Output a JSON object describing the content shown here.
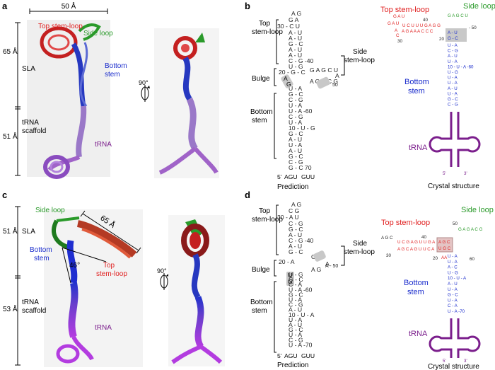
{
  "panels": {
    "a": {
      "letter": "a",
      "scale_bar": "50 Å",
      "top_stem_loop": "Top stem-loop",
      "side_loop": "Side loop",
      "bottom_stem": [
        "Bottom",
        "stem"
      ],
      "dim_upper": "65 Å",
      "sla": "SLA",
      "trna_scaffold": [
        "tRNA",
        "scaffold"
      ],
      "dim_lower": "51 Å",
      "trna": "tRNA",
      "rotation": "90°"
    },
    "b": {
      "letter": "b",
      "pred_labels": {
        "top_stem_loop": [
          "Top",
          "stem-loop"
        ],
        "side_stem_loop": [
          "Side",
          "stem-loop"
        ],
        "bulge": "Bulge",
        "bottom_stem": [
          "Bottom",
          "stem"
        ]
      },
      "pred_seq": {
        "loop_top": "A G",
        "loop_2": "G A",
        "loop_3": "30 - C   U",
        "rows": [
          "A - U",
          "A - U",
          "G - C",
          "A - U",
          "A - U",
          "C - G -40"
        ],
        "bulge_row_1": "U - G",
        "bulge_row_2": "20 - G - C",
        "bulge_nt_a": "A",
        "bulge_nt_g": "G",
        "side_1": "G A G C U",
        "side_2": "A",
        "side_3": "A C U C G",
        "side_num": "50",
        "junction": "U - A",
        "bottom_rows": [
          "G - C",
          "C - G",
          "U - A",
          "U - A -60",
          "C - G",
          "U - A",
          "10 - U - G",
          "G - C",
          "A - U",
          "U - A",
          "A - U",
          "G - C",
          "C - G",
          "G - C 70"
        ],
        "five_prime": "5'",
        "tail_left": "AGU",
        "tail_right": "GUU",
        "caption": "Prediction"
      },
      "crystal_labels": {
        "top_stem_loop": "Top stem-loop",
        "side_loop": "Side loop",
        "bottom_stem": [
          "Bottom",
          "stem"
        ],
        "trna": "tRNA",
        "five_prime": "5'",
        "three_prime": "3'",
        "caption": "Crystal structure"
      },
      "crystal_seq": {
        "top_upper": "U C U U U G A G G",
        "top_lower": "A G A A A C C C",
        "loop_left_1": "G A U",
        "loop_left_2": "A",
        "loop_left_3": "C",
        "num_30": "30",
        "num_40": "40",
        "side_nt": "G A G C U",
        "num_50": "- 50",
        "junction_a": "A - U",
        "junction_g": "G - C",
        "num_20": "20",
        "bottom_rows": [
          "U - A",
          "C - G",
          "A - U",
          "U - A",
          "10 - U - A -60",
          "U - G",
          "U - A",
          "U - A",
          "A - U",
          "U - A",
          "G - C",
          "C - G"
        ]
      }
    },
    "c": {
      "letter": "c",
      "side_loop": "Side  loop",
      "dim_diag": "65 Å",
      "dim_upper": "51 Å",
      "sla": "SLA",
      "bottom_stem": [
        "Bottom",
        "stem"
      ],
      "angle": "46°",
      "top_stem_loop": [
        "Top",
        "stem-loop"
      ],
      "rotation": "90°",
      "dim_lower": "53 Å",
      "trna_scaffold": [
        "tRNA",
        "scaffold"
      ],
      "trna": "tRNA"
    },
    "d": {
      "letter": "d",
      "pred_labels": {
        "top_stem_loop": [
          "Top",
          "stem-loop"
        ],
        "side_stem_loop": [
          "Side",
          "stem-loop"
        ],
        "bulge": "Bulge",
        "bottom_stem": [
          "Bottom",
          "stem"
        ]
      },
      "pred_seq": {
        "loop_top": "A G",
        "loop_2": "C  G",
        "loop_3": "30 - A  U",
        "rows": [
          "C - G",
          "G - C",
          "A - U",
          "C - G -40",
          "A - U",
          "G - C"
        ],
        "bulge_row": "20 - A",
        "side_1": "G C",
        "side_2": "A",
        "side_3": "A G",
        "side_num": "A - 50",
        "bulge_nt_u": "U",
        "bulge_nt_g": "G",
        "bottom_rows": [
          "U - G",
          "G - C",
          "C - A",
          "U - A -60",
          "G - C",
          "U - A",
          "C - G",
          "A - U",
          "10 - U - A",
          "U - A",
          "A - U",
          "G - C",
          "U - A",
          "C - G",
          "U - A -70"
        ],
        "five_prime": "5'",
        "tail_left": "AGU",
        "tail_right": "GUU",
        "caption": "Prediction"
      },
      "crystal_labels": {
        "top_stem_loop": "Top stem-loop",
        "side_loop": "Side loop",
        "bottom_stem": [
          "Bottom",
          "stem"
        ],
        "trna": "tRNA",
        "five_prime": "5'",
        "three_prime": "3'",
        "caption": "Crystal structure"
      },
      "crystal_seq": {
        "top_upper": "U C G A G U U G A",
        "top_lower": "A G C A G U U C A",
        "loop_left": "A G C",
        "num_30": "30",
        "num_40": "40",
        "num_20": "20",
        "aa": "AA",
        "side_nt": "G A G A C G",
        "num_50": "50",
        "boxed_top": "A G C",
        "boxed_bottom": "U G C",
        "bottom_rows": [
          "U - A",
          "U - A",
          "A - C",
          "U - G",
          "10 - U - A",
          "A - U",
          "U - A",
          "G - C",
          "U - A",
          "C - A",
          "U - A -70"
        ],
        "num_60": "60"
      }
    }
  },
  "colors": {
    "top": "#e02020",
    "side": "#2a9a2a",
    "bottom": "#1a2ccc",
    "trna": "#7b1e8c",
    "shade": "#c8c8c8",
    "model_bg": "#eeeeee"
  }
}
